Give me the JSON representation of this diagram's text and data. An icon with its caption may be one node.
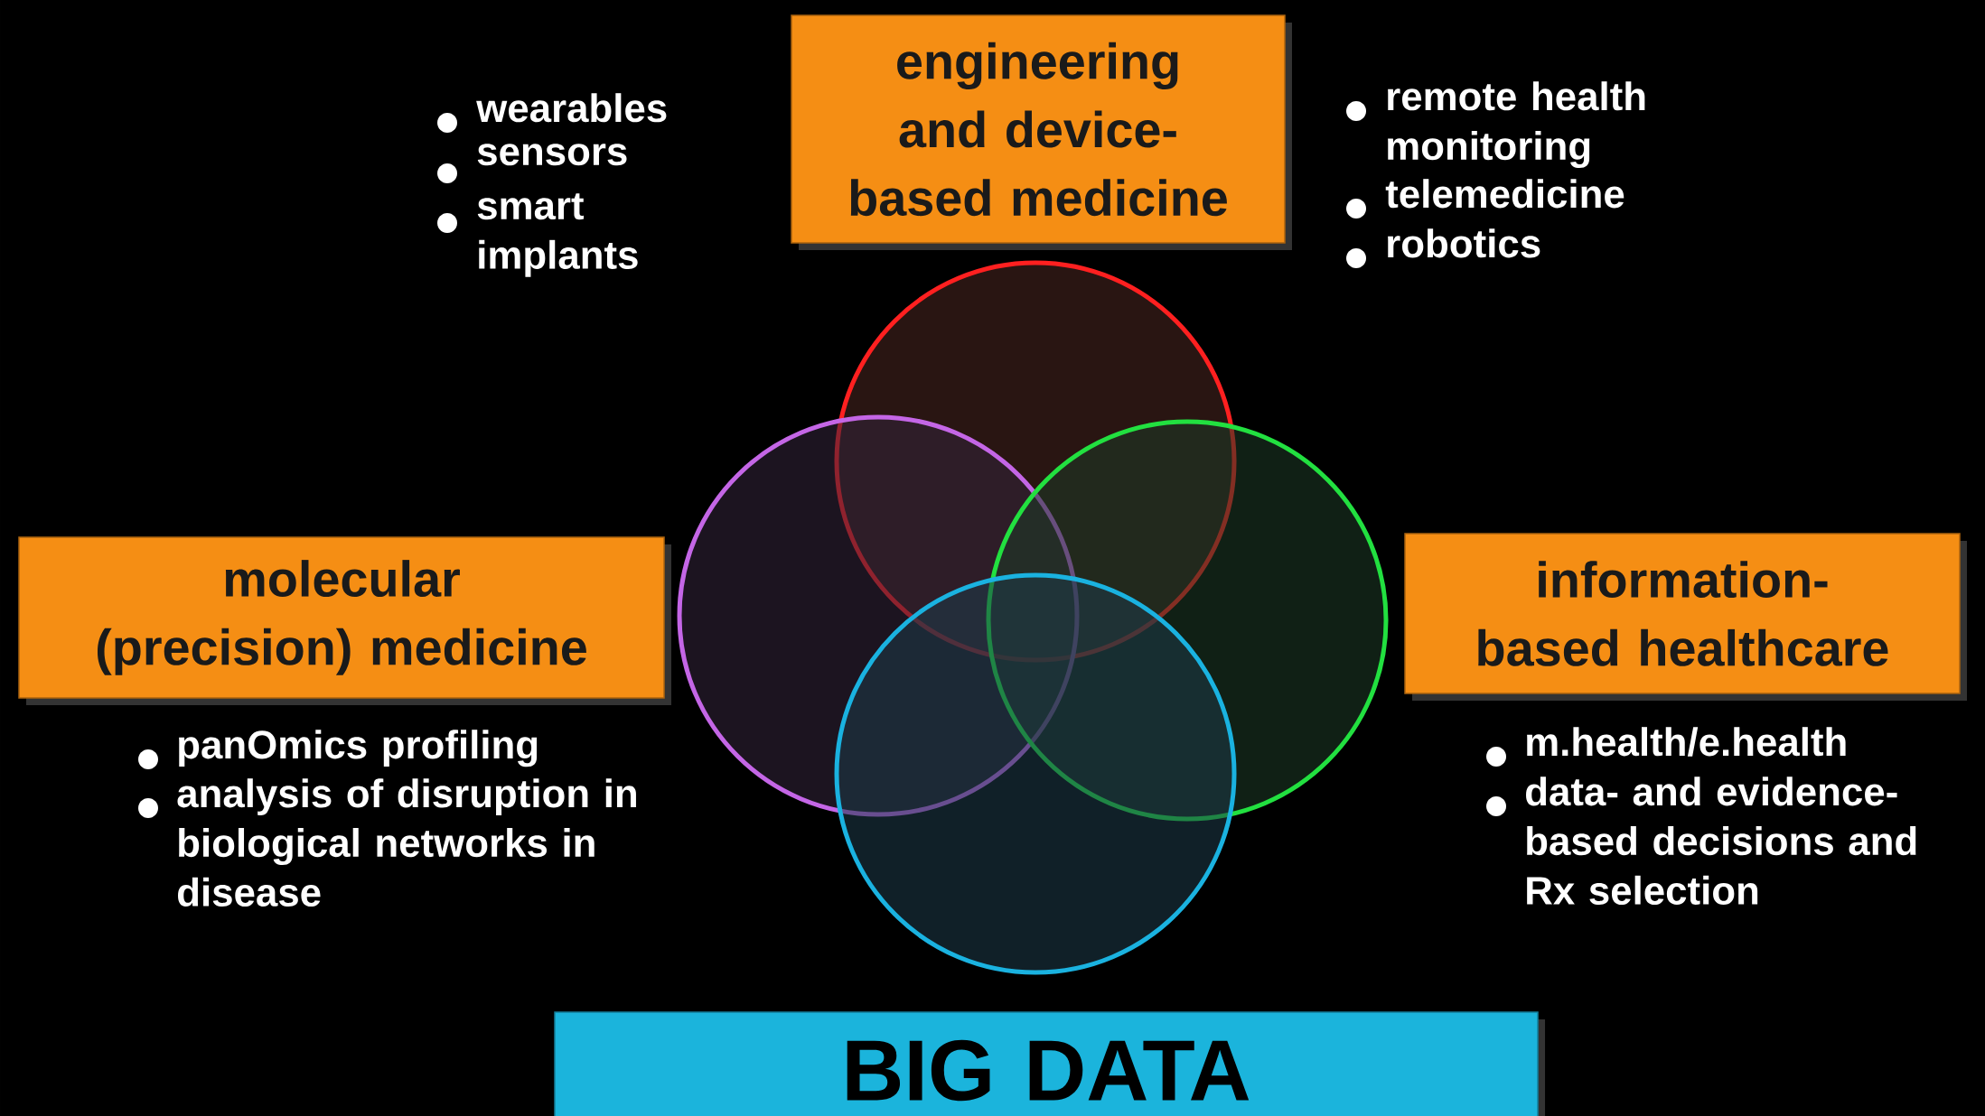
{
  "diagram": {
    "nodes": [
      {
        "text": [
          "engineering and device-based medicine"
        ]
      },
      {
        "text": [
          "molecular (precision) medicine"
        ]
      },
      {
        "text": [
          "information-based healthcare"
        ]
      },
      {
        "text": [
          "BIG DATA"
        ]
      },
      {
        "text": [],
        "shape": "circle"
      },
      {
        "text": [],
        "shape": "circle"
      },
      {
        "text": [],
        "shape": "circle"
      },
      {
        "text": [],
        "shape": "circle"
      }
    ],
    "edges": [],
    "labels": [
      "wearables",
      "sensors",
      "smart implants",
      "remote health monitoring",
      "telemedicine",
      "robotics",
      "panOmics profiling",
      "analysis of disruption in biological networks in disease",
      "m.health/e.health",
      "data- and evidence-based decisions and Rx selection"
    ]
  }
}
